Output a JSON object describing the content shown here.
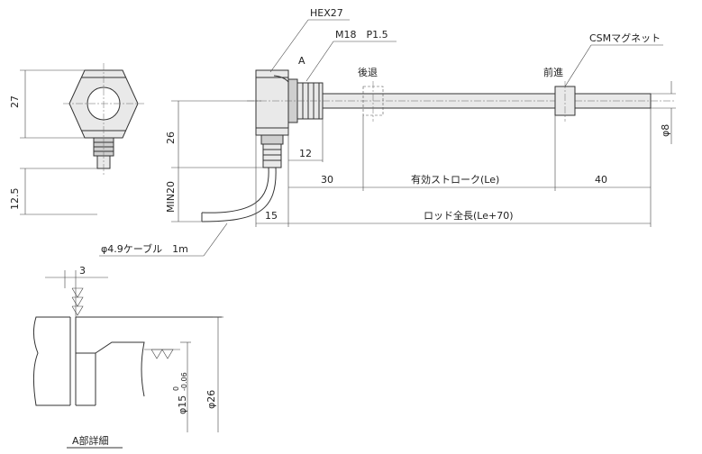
{
  "labels": {
    "hex": "HEX27",
    "thread": "M18　P1.5",
    "detail_mark": "A",
    "retract": "後退",
    "advance": "前進",
    "magnet": "CSMマグネット",
    "dim_27": "27",
    "dim_12_5": "12.5",
    "dim_26": "26",
    "dim_min20": "MIN20",
    "dim_12": "12",
    "dim_30": "30",
    "dim_stroke": "有効ストローク(Le)",
    "dim_40": "40",
    "dim_15": "15",
    "dim_rod_total": "ロッド全長(Le+70)",
    "dim_phi8": "φ8",
    "cable": "φ4.9ケーブル　1m",
    "dim_3": "3",
    "dim_phi15": "φ15",
    "tol_upper": "0",
    "tol_lower": "-0.06",
    "dim_phi26": "φ26",
    "detail_title": "A部詳細"
  },
  "colors": {
    "line": "#333333",
    "metal": "#e9e9e9",
    "metal_dark": "#cfcfcf"
  }
}
